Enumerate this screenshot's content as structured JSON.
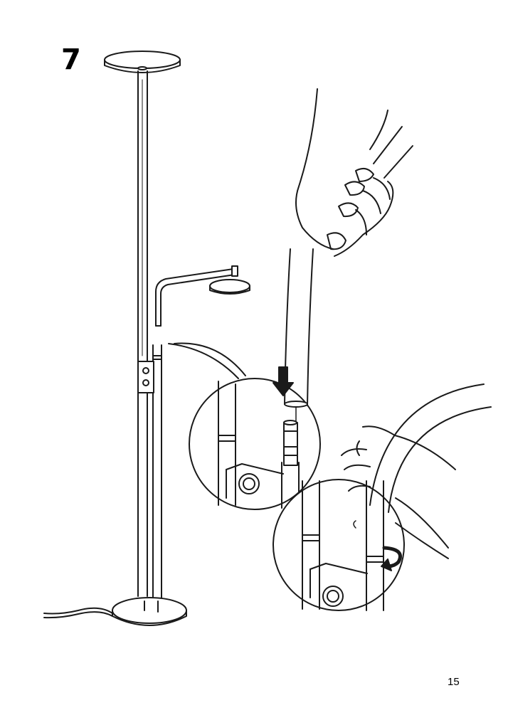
{
  "step": {
    "number": "7"
  },
  "footer": {
    "page_number": "15"
  },
  "colors": {
    "ink": "#1a1a1a",
    "paper": "#ffffff"
  },
  "illustration": {
    "icons": [
      "floor-lamp",
      "hand",
      "arrow-down",
      "rotate-arrow",
      "detail-circle"
    ]
  }
}
